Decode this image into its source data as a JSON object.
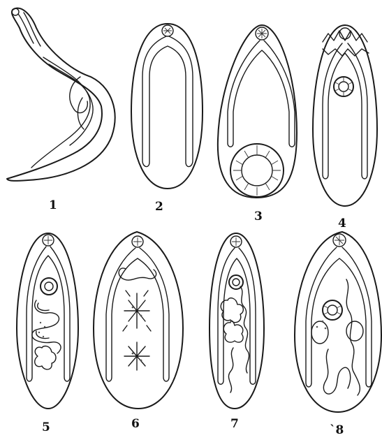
{
  "figure": {
    "panel_labels": [
      "1",
      "2",
      "3",
      "4",
      "5",
      "6",
      "7",
      "`8"
    ]
  }
}
